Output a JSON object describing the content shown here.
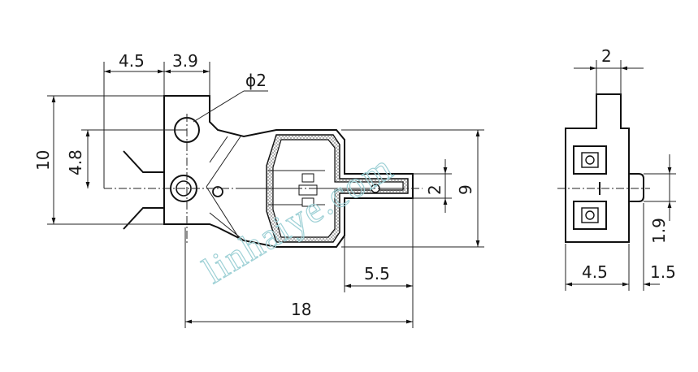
{
  "dimensions": {
    "front_width_left": "4.5",
    "front_width_right": "3.9",
    "hole_diameter": "ϕ2",
    "height_total": "10",
    "height_pivot": "4.8",
    "actuator_width": "2",
    "body_height": "9",
    "tip_length": "5.5",
    "overall_length": "18",
    "side_top_width": "2",
    "side_offset": "1.9",
    "side_width": "4.5",
    "side_tip_length": "1.5"
  },
  "watermark": "linhaiye.com",
  "colors": {
    "line": "#111111",
    "watermark": "#9fd1d6"
  }
}
